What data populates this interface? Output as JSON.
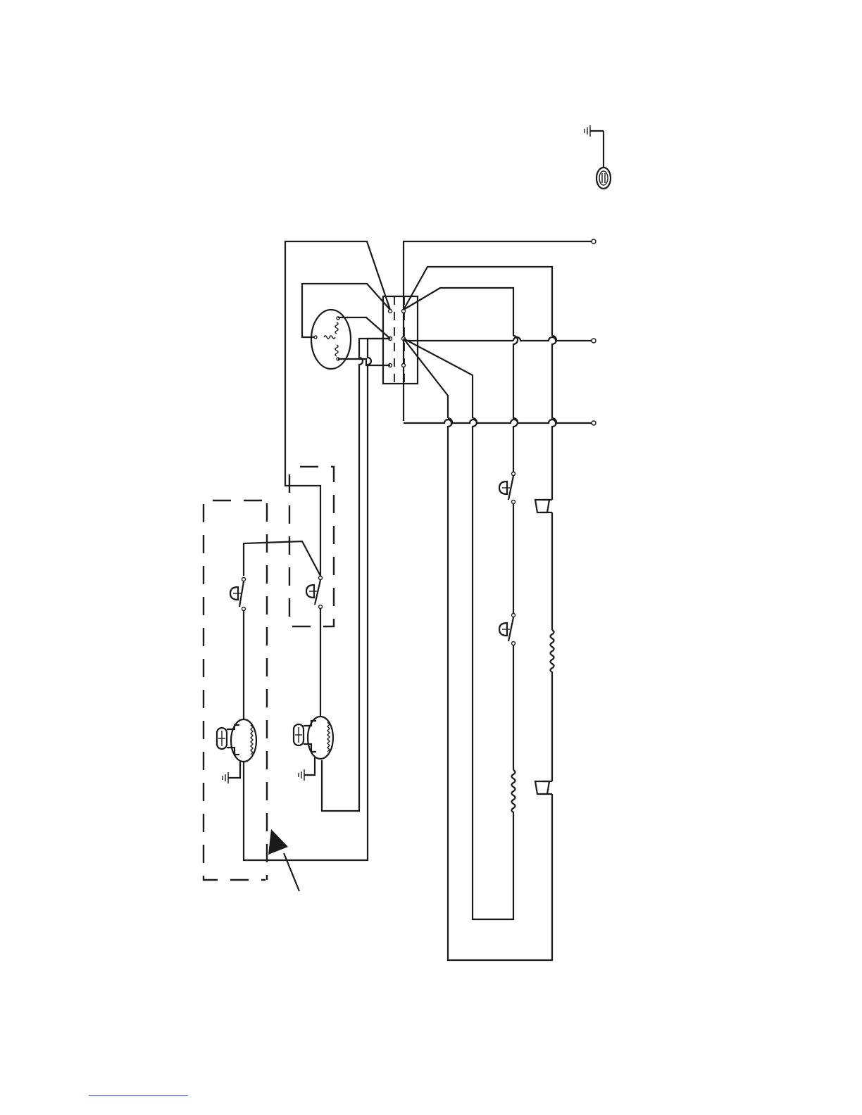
{
  "diagram": {
    "kind": "wiring-schematic",
    "orientation": "rotated",
    "colors": {
      "line": "#1a1a1a",
      "background": "#ffffff",
      "page_rule": "#5b6fd6"
    },
    "components": [
      "ground-terminal",
      "plug-receptacle",
      "three-phase-motor",
      "terminal-block",
      "line-terminal-l1",
      "line-terminal-l2",
      "line-terminal-l3",
      "thermostat-switch-upper",
      "thermostat-switch-lower",
      "heater-coil-upper",
      "heater-coil-lower",
      "high-limit-cutout-upper",
      "high-limit-cutout-lower",
      "fan-motor-upper",
      "fan-motor-lower",
      "door-switch-upper",
      "door-switch-lower",
      "callout-arrow"
    ],
    "labels": []
  }
}
